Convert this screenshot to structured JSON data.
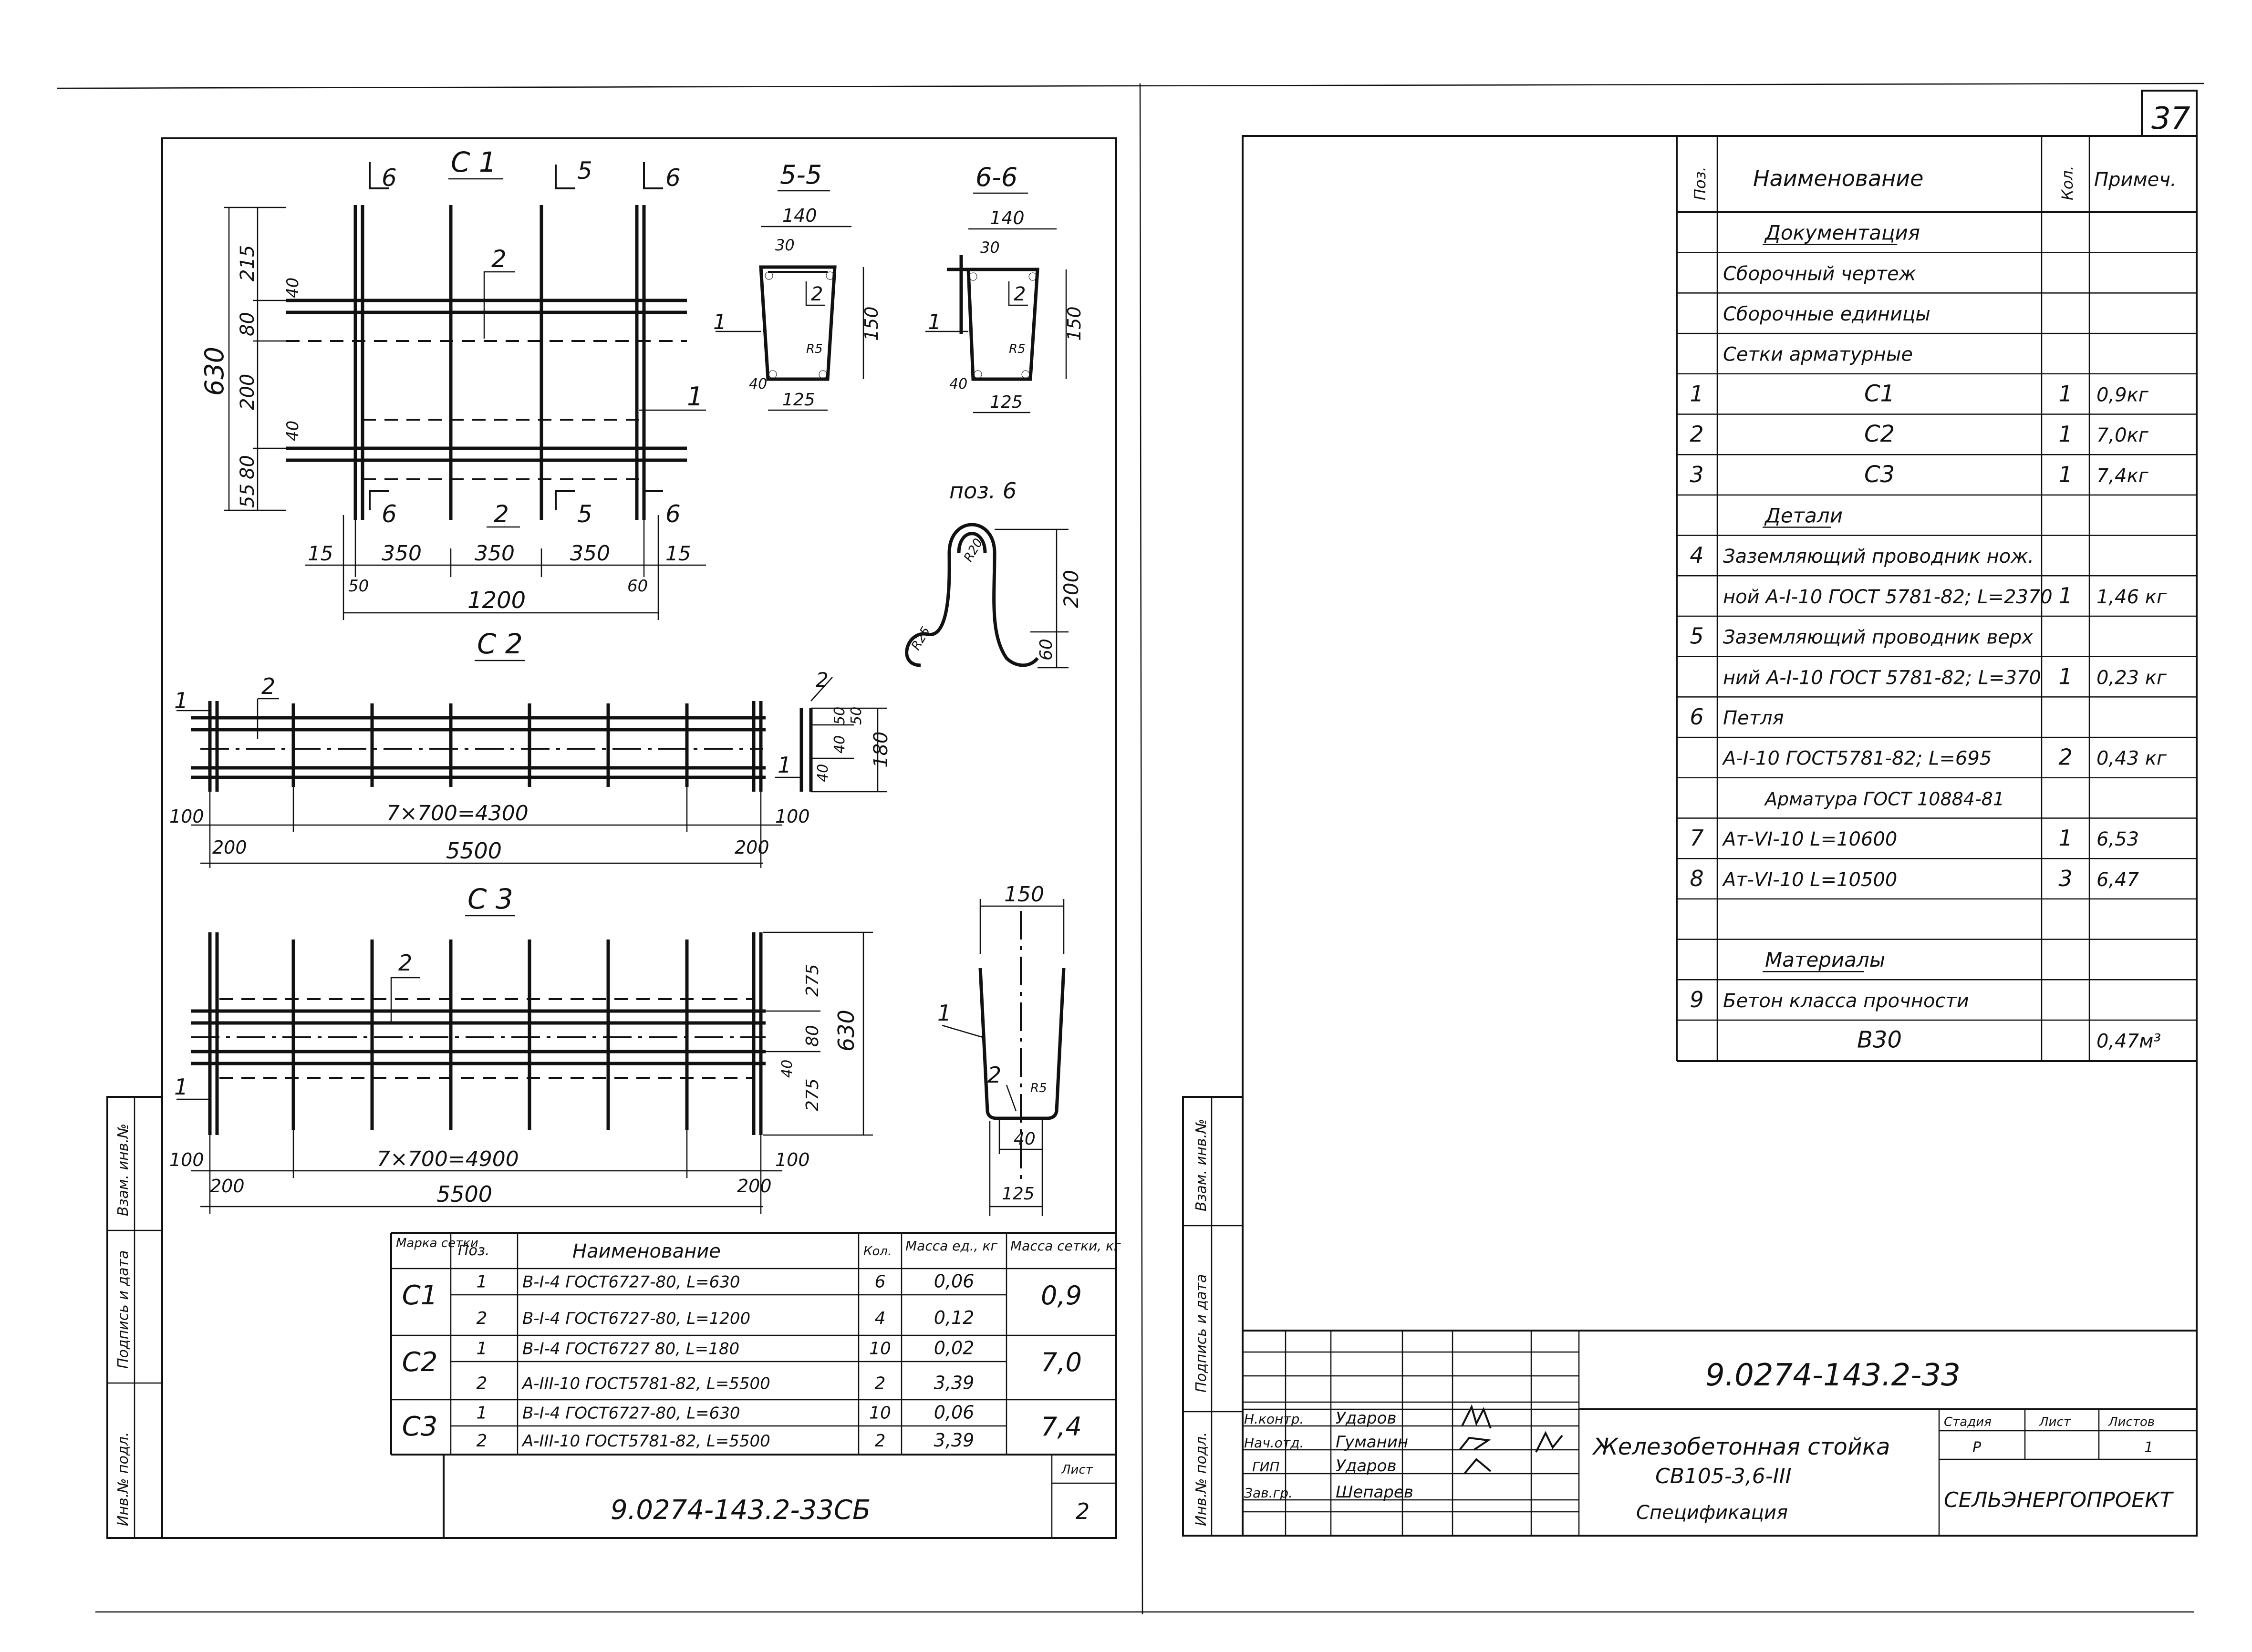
{
  "page_number": "37",
  "left_sheet": {
    "views": {
      "s1": {
        "title": "С 1",
        "section_marks": [
          "6",
          "5",
          "6",
          "6",
          "5",
          "6"
        ],
        "dims_vertical": [
          "630",
          "215",
          "80",
          "200",
          "80",
          "55",
          "40",
          "40"
        ],
        "dims_horizontal": [
          "15",
          "350",
          "350",
          "350",
          "15",
          "50",
          "60",
          "1200"
        ],
        "callouts": [
          "2",
          "1",
          "2"
        ]
      },
      "sec55": {
        "title": "5-5",
        "dims": [
          "140",
          "30",
          "150",
          "40",
          "125",
          "R5"
        ],
        "callouts": [
          "1",
          "2"
        ]
      },
      "sec66": {
        "title": "6-6",
        "dims": [
          "140",
          "30",
          "150",
          "40",
          "125",
          "R5"
        ],
        "callouts": [
          "1",
          "2"
        ]
      },
      "pos6": {
        "title": "поз. 6",
        "dims": [
          "200",
          "60",
          "R20",
          "R25"
        ]
      },
      "s2": {
        "title": "С 2",
        "dims": [
          "100",
          "200",
          "7×700=4300",
          "5500",
          "200",
          "100",
          "180",
          "40",
          "40",
          "50",
          "50"
        ],
        "callouts": [
          "1",
          "2",
          "2",
          "1"
        ]
      },
      "s3": {
        "title": "С 3",
        "dims": [
          "100",
          "200",
          "7×700=4900",
          "5500",
          "200",
          "100",
          "630",
          "275",
          "80",
          "275",
          "40"
        ],
        "callouts": [
          "1",
          "2",
          "1"
        ]
      },
      "u_bar": {
        "dims": [
          "150",
          "40",
          "125",
          "R5"
        ],
        "callouts": [
          "1",
          "2"
        ]
      }
    },
    "table": {
      "headers": [
        "Марка сетки",
        "Поз.",
        "Наименование",
        "Кол.",
        "Масса ед., кг",
        "Масса сетки, кг"
      ],
      "rows": [
        {
          "mark": "С1",
          "pos": "1",
          "name": "В-I-4 ГОСТ6727-80, L=630",
          "qty": "6",
          "unit_mass": "0,06",
          "mesh_mass": "0,9"
        },
        {
          "mark": "",
          "pos": "2",
          "name": "В-I-4 ГОСТ6727-80, L=1200",
          "qty": "4",
          "unit_mass": "0,12",
          "mesh_mass": ""
        },
        {
          "mark": "С2",
          "pos": "1",
          "name": "В-I-4 ГОСТ6727 80, L=180",
          "qty": "10",
          "unit_mass": "0,02",
          "mesh_mass": "7,0"
        },
        {
          "mark": "",
          "pos": "2",
          "name": "А-III-10 ГОСТ5781-82, L=5500",
          "qty": "2",
          "unit_mass": "3,39",
          "mesh_mass": ""
        },
        {
          "mark": "С3",
          "pos": "1",
          "name": "В-I-4 ГОСТ6727-80, L=630",
          "qty": "10",
          "unit_mass": "0,06",
          "mesh_mass": "7,4"
        },
        {
          "mark": "",
          "pos": "2",
          "name": "А-III-10 ГОСТ5781-82, L=5500",
          "qty": "2",
          "unit_mass": "3,39",
          "mesh_mass": ""
        }
      ]
    },
    "doc_code": "9.0274-143.2-33СБ",
    "sheet_label": "Лист",
    "sheet_number": "2",
    "side_strip": [
      "Инв.№ подл.",
      "Подпись и дата",
      "Взам. инв.№"
    ]
  },
  "right_sheet": {
    "spec_headers": [
      "Поз.",
      "Наименование",
      "Кол.",
      "Примеч."
    ],
    "spec_rows": [
      {
        "pos": "",
        "name": "Документация",
        "qty": "",
        "note": "",
        "style": "heading"
      },
      {
        "pos": "",
        "name": "Сборочный чертеж",
        "qty": "",
        "note": "",
        "style": "plain"
      },
      {
        "pos": "",
        "name": "Сборочные единицы",
        "qty": "",
        "note": "",
        "style": "plain"
      },
      {
        "pos": "",
        "name": "Сетки арматурные",
        "qty": "",
        "note": "",
        "style": "plain"
      },
      {
        "pos": "1",
        "name": "С1",
        "qty": "1",
        "note": "0,9кг",
        "style": "center"
      },
      {
        "pos": "2",
        "name": "С2",
        "qty": "1",
        "note": "7,0кг",
        "style": "center"
      },
      {
        "pos": "3",
        "name": "С3",
        "qty": "1",
        "note": "7,4кг",
        "style": "center"
      },
      {
        "pos": "",
        "name": "Детали",
        "qty": "",
        "note": "",
        "style": "heading"
      },
      {
        "pos": "4",
        "name": "Заземляющий проводник нож.",
        "qty": "",
        "note": "",
        "style": "plain"
      },
      {
        "pos": "",
        "name": "ной А-I-10 ГОСТ 5781-82; L=2370",
        "qty": "1",
        "note": "1,46 кг",
        "style": "plain"
      },
      {
        "pos": "5",
        "name": "Заземляющий проводник верх",
        "qty": "",
        "note": "",
        "style": "plain"
      },
      {
        "pos": "",
        "name": "ний А-I-10 ГОСТ 5781-82; L=370",
        "qty": "1",
        "note": "0,23 кг",
        "style": "plain"
      },
      {
        "pos": "6",
        "name": "Петля",
        "qty": "",
        "note": "",
        "style": "plain"
      },
      {
        "pos": "",
        "name": "А-I-10 ГОСТ5781-82; L=695",
        "qty": "2",
        "note": "0,43 кг",
        "style": "plain"
      },
      {
        "pos": "",
        "name": "Арматура ГОСТ 10884-81",
        "qty": "",
        "note": "",
        "style": "subheading"
      },
      {
        "pos": "7",
        "name": "Ат-VI-10   L=10600",
        "qty": "1",
        "note": "6,53",
        "style": "plain"
      },
      {
        "pos": "8",
        "name": "Ат-VI-10   L=10500",
        "qty": "3",
        "note": "6,47",
        "style": "plain"
      },
      {
        "pos": "",
        "name": "",
        "qty": "",
        "note": "",
        "style": "plain"
      },
      {
        "pos": "",
        "name": "Материалы",
        "qty": "",
        "note": "",
        "style": "heading"
      },
      {
        "pos": "9",
        "name": "Бетон класса прочности",
        "qty": "",
        "note": "",
        "style": "plain"
      },
      {
        "pos": "",
        "name": "В30",
        "qty": "",
        "note": "0,47м³",
        "style": "center"
      }
    ],
    "title_block": {
      "doc_code": "9.0274-143.2-33",
      "roles": [
        "Н.контр.",
        "Нач.отд.",
        "ГИП",
        "Зав.гр."
      ],
      "names": [
        "Ударов",
        "Гуманин",
        "Ударов",
        "Шепарев"
      ],
      "title_lines": [
        "Железобетонная стойка",
        "СВ105-3,6-III",
        "Спецификация"
      ],
      "stage_headers": [
        "Стадия",
        "Лист",
        "Листов"
      ],
      "stage_values": [
        "Р",
        "",
        "1"
      ],
      "organization": "СЕЛЬЭНЕРГОПРОЕКТ"
    },
    "side_strip": [
      "Инв.№ подл.",
      "Подпись и дата",
      "Взам. инв.№"
    ]
  }
}
